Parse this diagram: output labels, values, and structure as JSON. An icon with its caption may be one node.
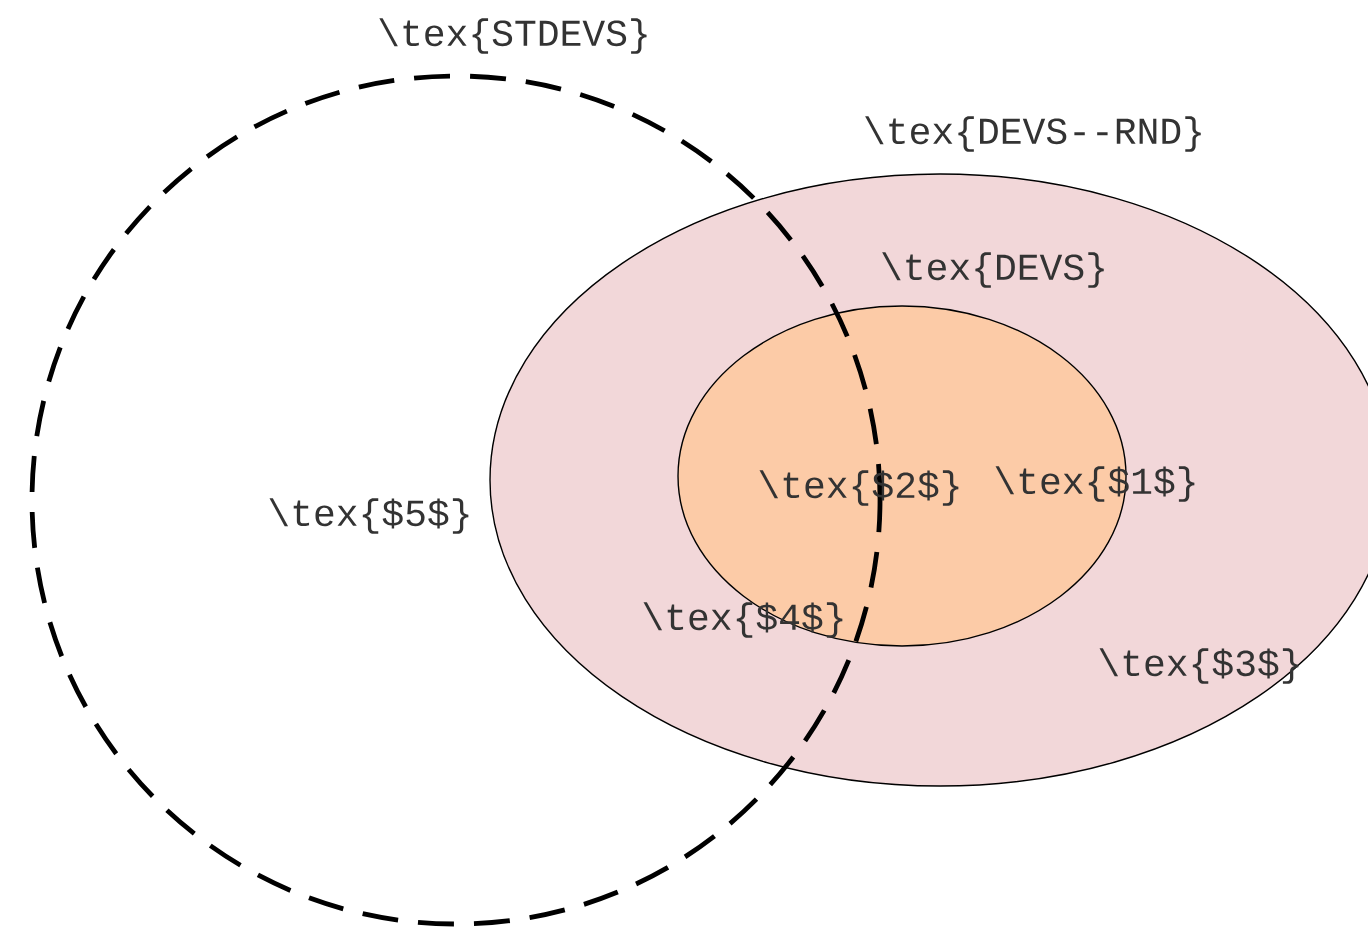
{
  "diagram": {
    "nodes": [
      {
        "text": [
          "\\tex{STDEVS}"
        ]
      },
      {
        "text": [
          "\\tex{DEVS--RND}"
        ]
      },
      {
        "text": [
          "\\tex{DEVS}"
        ],
        "in": 1
      }
    ],
    "labels": [
      "\\tex{$2$}",
      "\\tex{$1$}",
      "\\tex{$5$}",
      "\\tex{$4$}",
      "\\tex{$3$}"
    ]
  }
}
